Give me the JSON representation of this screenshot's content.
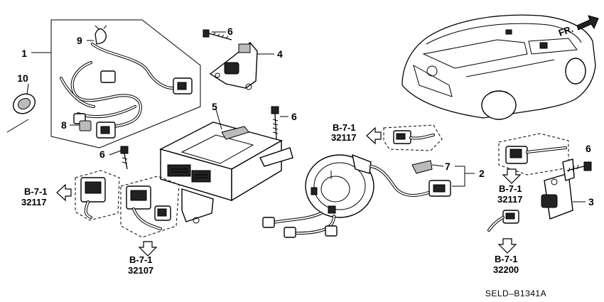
{
  "diagram": {
    "part_numbers": {
      "p1": "1",
      "p2": "2",
      "p3": "3",
      "p4": "4",
      "p5": "5",
      "p6": "6",
      "p7": "7",
      "p8": "8",
      "p9": "9",
      "p10": "10"
    },
    "references": [
      {
        "section": "B-7-1",
        "code": "32117"
      },
      {
        "section": "B-7-1",
        "code": "32117"
      },
      {
        "section": "B-7-1",
        "code": "32107"
      },
      {
        "section": "B-7-1",
        "code": "32117"
      },
      {
        "section": "B-7-1",
        "code": "32200"
      }
    ],
    "direction_label": "FR.",
    "drawing_code": "SELD–B1341A"
  }
}
